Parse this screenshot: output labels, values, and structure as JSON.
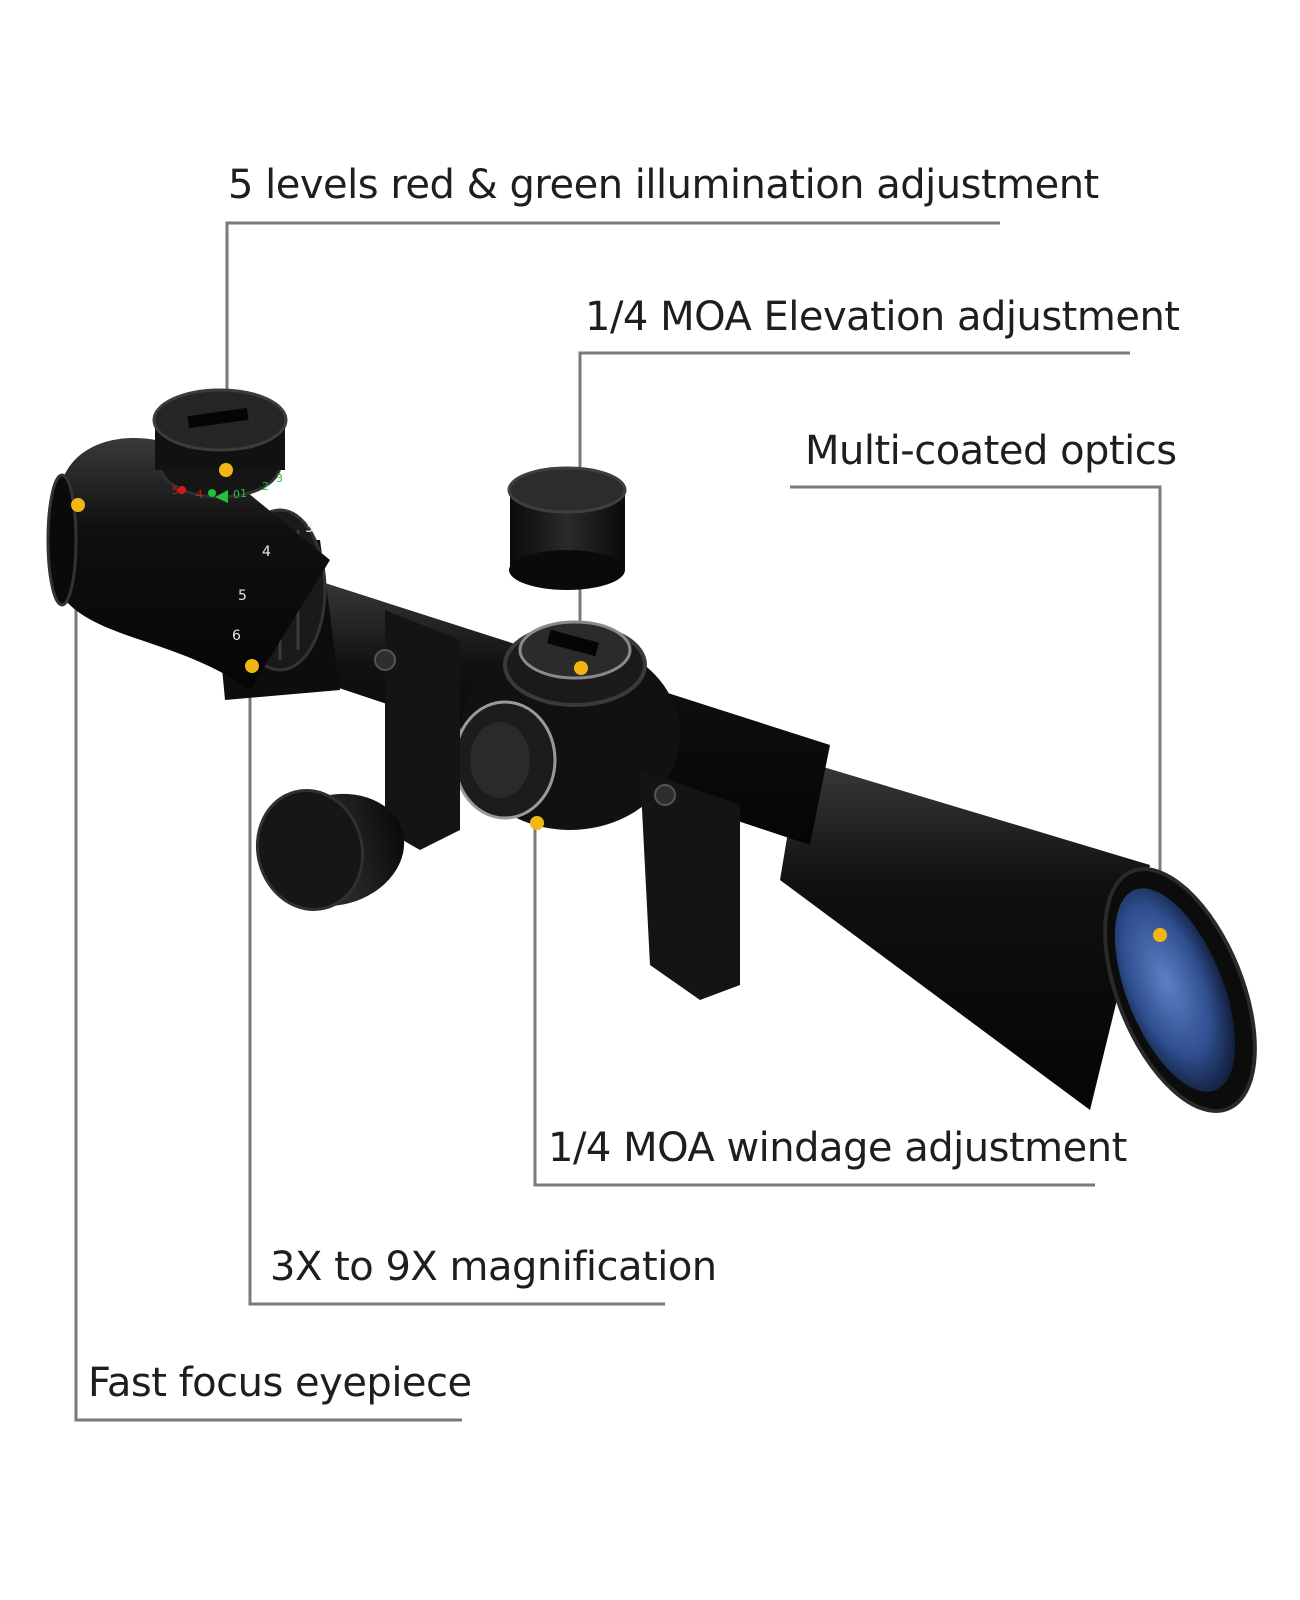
{
  "colors": {
    "background": "#ffffff",
    "label_text": "#1e1e1e",
    "leader_line": "#7a7a7a",
    "callout_dot": "#f2b612",
    "scope_body": "#1a1a1a",
    "lens_blue": "#2f4f8f",
    "illum_red": "#d21b1b",
    "illum_green": "#25c03a"
  },
  "labels": {
    "illumination": "5 levels red & green illumination adjustment",
    "elevation": "1/4 MOA Elevation adjustment",
    "optics": "Multi-coated optics",
    "windage": "1/4 MOA windage adjustment",
    "magnification": "3X to 9X magnification",
    "eyepiece": "Fast focus eyepiece"
  },
  "dials": {
    "magnification_marks": [
      "3",
      "4",
      "5",
      "6"
    ],
    "illumination_marks": [
      "0",
      "1",
      "2",
      "3",
      "4",
      "5"
    ]
  }
}
